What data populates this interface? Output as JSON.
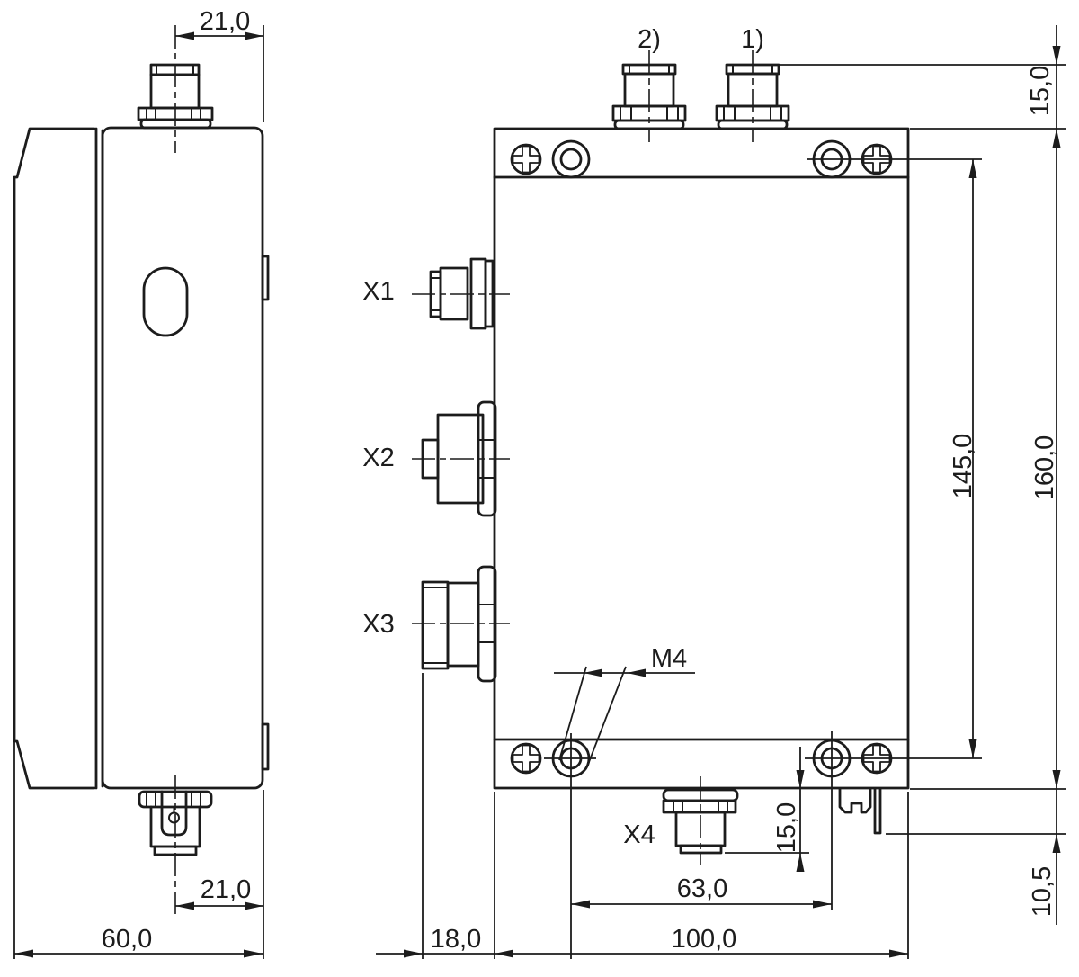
{
  "drawing": {
    "title": "housing dimension drawing",
    "connector_labels": {
      "top_2": "2)",
      "top_1": "1)",
      "x1": "X1",
      "x2": "X2",
      "x3": "X3",
      "x4": "X4"
    },
    "thread_label": "M4",
    "dims": {
      "side_top_offset": "21,0",
      "side_bottom_offset": "21,0",
      "side_width": "60,0",
      "top_connector_height": "15,0",
      "mount_hole_spacing_v": "145,0",
      "housing_height": "160,0",
      "x4_depth": "15,0",
      "mount_hole_spacing_h": "63,0",
      "din_clip_offset": "10,5",
      "side_depth": "18,0",
      "housing_width": "100,0"
    },
    "colors": {
      "line": "#1c1c1c",
      "background": "#ffffff"
    }
  }
}
